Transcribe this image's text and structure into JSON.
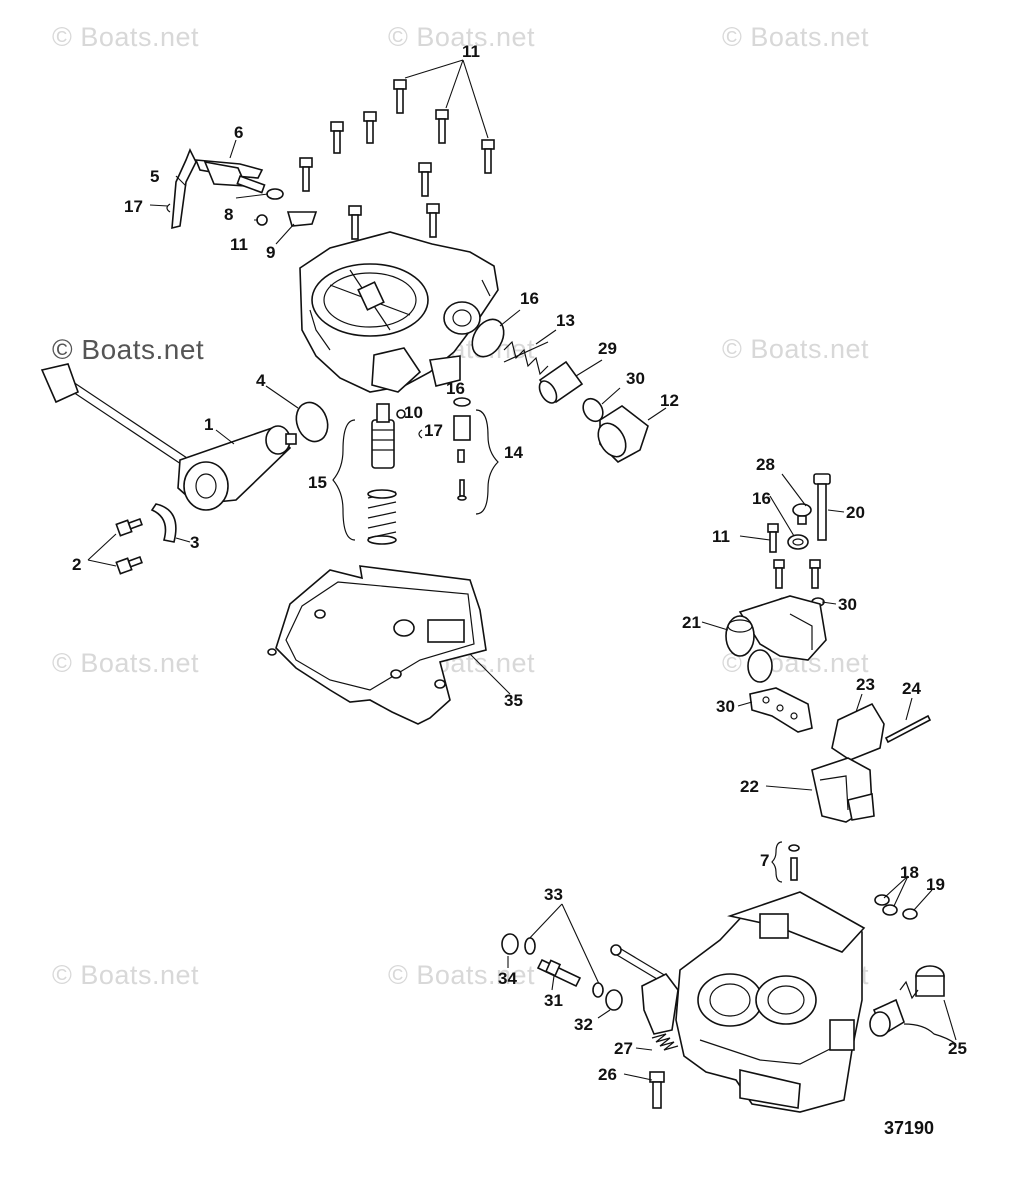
{
  "watermark": "© Boats.net",
  "diagram_number": "37190",
  "callouts": [
    {
      "id": "c11a",
      "text": "11"
    },
    {
      "id": "c6",
      "text": "6"
    },
    {
      "id": "c5",
      "text": "5"
    },
    {
      "id": "c17a",
      "text": "17"
    },
    {
      "id": "c8",
      "text": "8"
    },
    {
      "id": "c11b",
      "text": "11"
    },
    {
      "id": "c9",
      "text": "9"
    },
    {
      "id": "c16a",
      "text": "16"
    },
    {
      "id": "c13",
      "text": "13"
    },
    {
      "id": "c29",
      "text": "29"
    },
    {
      "id": "c30a",
      "text": "30"
    },
    {
      "id": "c12",
      "text": "12"
    },
    {
      "id": "c4",
      "text": "4"
    },
    {
      "id": "c1",
      "text": "1"
    },
    {
      "id": "c16b",
      "text": "16"
    },
    {
      "id": "c10",
      "text": "10"
    },
    {
      "id": "c17b",
      "text": "17"
    },
    {
      "id": "c14",
      "text": "14"
    },
    {
      "id": "c15",
      "text": "15"
    },
    {
      "id": "c3",
      "text": "3"
    },
    {
      "id": "c2",
      "text": "2"
    },
    {
      "id": "c35",
      "text": "35"
    },
    {
      "id": "c28",
      "text": "28"
    },
    {
      "id": "c16c",
      "text": "16"
    },
    {
      "id": "c20",
      "text": "20"
    },
    {
      "id": "c11c",
      "text": "11"
    },
    {
      "id": "c30b",
      "text": "30"
    },
    {
      "id": "c21",
      "text": "21"
    },
    {
      "id": "c23",
      "text": "23"
    },
    {
      "id": "c24",
      "text": "24"
    },
    {
      "id": "c30c",
      "text": "30"
    },
    {
      "id": "c22",
      "text": "22"
    },
    {
      "id": "c7",
      "text": "7"
    },
    {
      "id": "c18",
      "text": "18"
    },
    {
      "id": "c19",
      "text": "19"
    },
    {
      "id": "c33",
      "text": "33"
    },
    {
      "id": "c34",
      "text": "34"
    },
    {
      "id": "c31",
      "text": "31"
    },
    {
      "id": "c32",
      "text": "32"
    },
    {
      "id": "c27",
      "text": "27"
    },
    {
      "id": "c26",
      "text": "26"
    },
    {
      "id": "c25",
      "text": "25"
    }
  ]
}
